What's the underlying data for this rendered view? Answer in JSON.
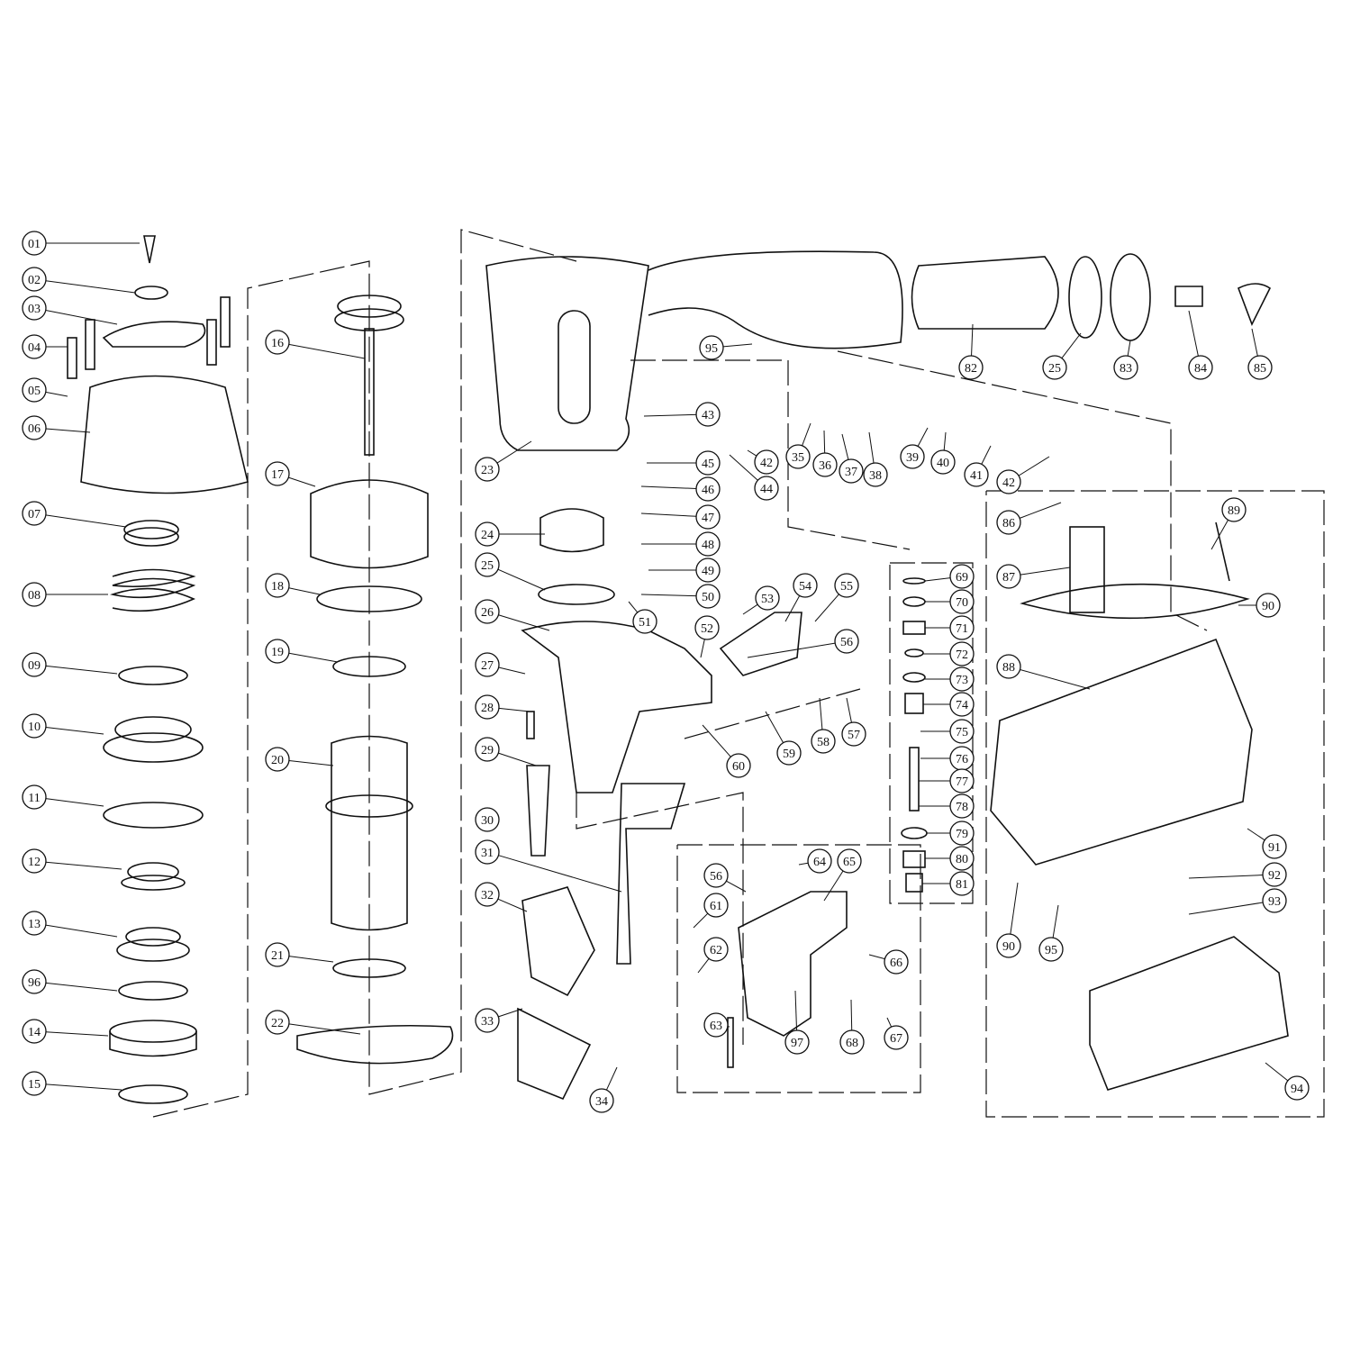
{
  "diagram": {
    "type": "exploded-parts-diagram",
    "callouts": [
      "01",
      "02",
      "03",
      "04",
      "05",
      "06",
      "07",
      "08",
      "09",
      "10",
      "11",
      "12",
      "13",
      "96",
      "14",
      "15",
      "16",
      "17",
      "18",
      "19",
      "20",
      "21",
      "22",
      "23",
      "24",
      "25",
      "26",
      "27",
      "28",
      "29",
      "30",
      "31",
      "32",
      "33",
      "34",
      "43",
      "42",
      "44",
      "45",
      "46",
      "47",
      "48",
      "49",
      "50",
      "51",
      "52",
      "53",
      "54",
      "55",
      "56",
      "57",
      "58",
      "59",
      "60",
      "95",
      "82",
      "25",
      "83",
      "84",
      "85",
      "35",
      "36",
      "37",
      "38",
      "39",
      "40",
      "41",
      "42",
      "69",
      "70",
      "71",
      "72",
      "73",
      "74",
      "75",
      "76",
      "77",
      "78",
      "79",
      "80",
      "81",
      "64",
      "65",
      "56",
      "61",
      "62",
      "63",
      "97",
      "68",
      "67",
      "66",
      "86",
      "87",
      "88",
      "89",
      "90",
      "91",
      "92",
      "93",
      "90",
      "95",
      "94"
    ]
  }
}
